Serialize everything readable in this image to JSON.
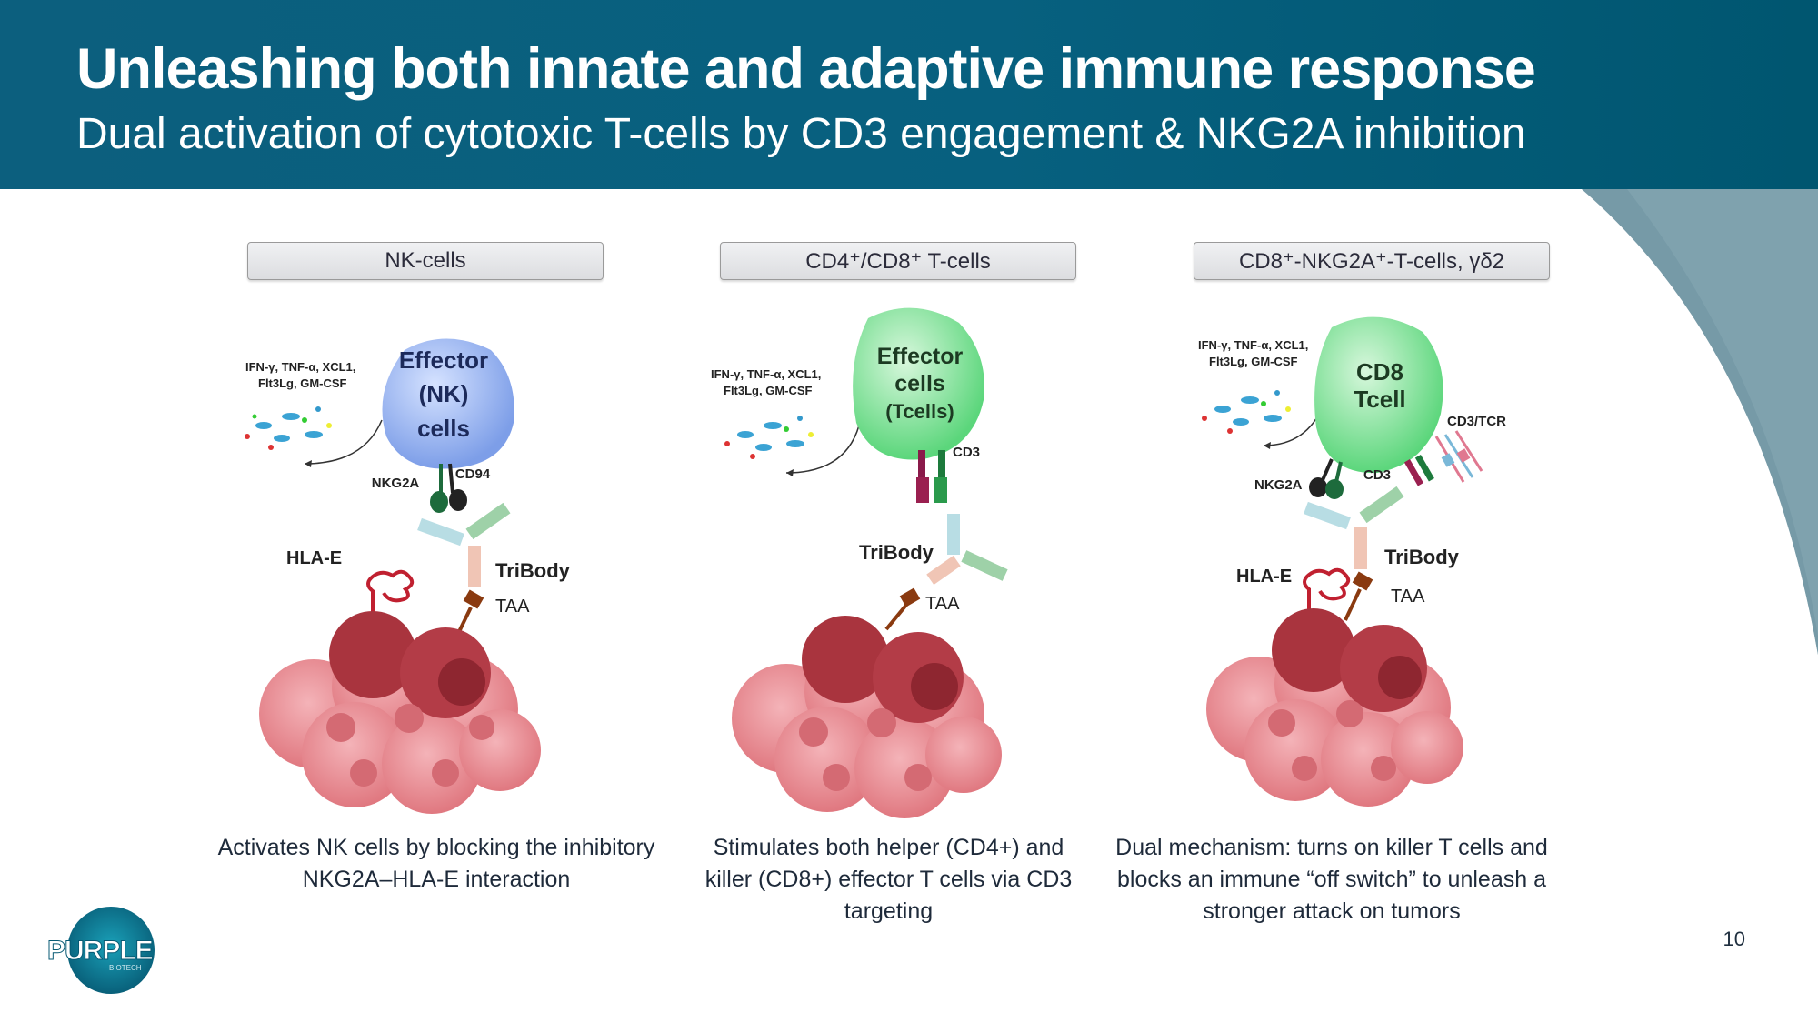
{
  "header": {
    "title": "Unleashing both innate and adaptive immune response",
    "subtitle": "Dual activation of cytotoxic T-cells by CD3 engagement & NKG2A inhibition"
  },
  "panels": [
    {
      "label": "NK-cells",
      "cell_title": [
        "Effector",
        "(NK)",
        "cells"
      ],
      "cytokines": [
        "IFN-γ, TNF-α, XCL1,",
        "Flt3Lg, GM-CSF"
      ],
      "receptor_labels": [
        "NKG2A",
        "CD94"
      ],
      "ligand_label": "HLA-E",
      "tribody_label": "TriBody",
      "taa_label": "TAA",
      "caption_lines": [
        "Activates NK cells by blocking the inhibitory",
        "NKG2A–HLA-E interaction"
      ]
    },
    {
      "label": "CD4⁺/CD8⁺ T-cells",
      "cell_title": [
        "Effector",
        "cells",
        "(Tcells)"
      ],
      "cytokines": [
        "IFN-γ, TNF-α, XCL1,",
        "Flt3Lg, GM-CSF"
      ],
      "receptor_labels": [
        "CD3"
      ],
      "tribody_label": "TriBody",
      "taa_label": "TAA",
      "caption_lines": [
        "Stimulates both helper (CD4+) and",
        "killer (CD8+) effector T cells via CD3",
        "targeting"
      ]
    },
    {
      "label": "CD8⁺-NKG2A⁺-T-cells, γδ2",
      "cell_title": [
        "CD8",
        "Tcell"
      ],
      "cytokines": [
        "IFN-γ, TNF-α, XCL1,",
        "Flt3Lg, GM-CSF"
      ],
      "receptor_labels": [
        "NKG2A",
        "CD3",
        "CD3/TCR"
      ],
      "ligand_label": "HLA-E",
      "tribody_label": "TriBody",
      "taa_label": "TAA",
      "caption_lines": [
        "Dual mechanism: turns on killer T cells and",
        "blocks an immune “off switch” to unleash a",
        "stronger attack on tumors"
      ]
    }
  ],
  "footer": {
    "page_number": "10",
    "logo_text": "PURPLE",
    "logo_subtext": "BIOTECH"
  },
  "colors": {
    "header_bg": "#0c5f7e",
    "arc": "#7fa2ae",
    "nk_cell": "#8fb0f0",
    "t_cell": "#7fe39a",
    "tumor": "#e7868e",
    "tumor_dark": "#a3353f",
    "logo": "#0e6f8a"
  }
}
